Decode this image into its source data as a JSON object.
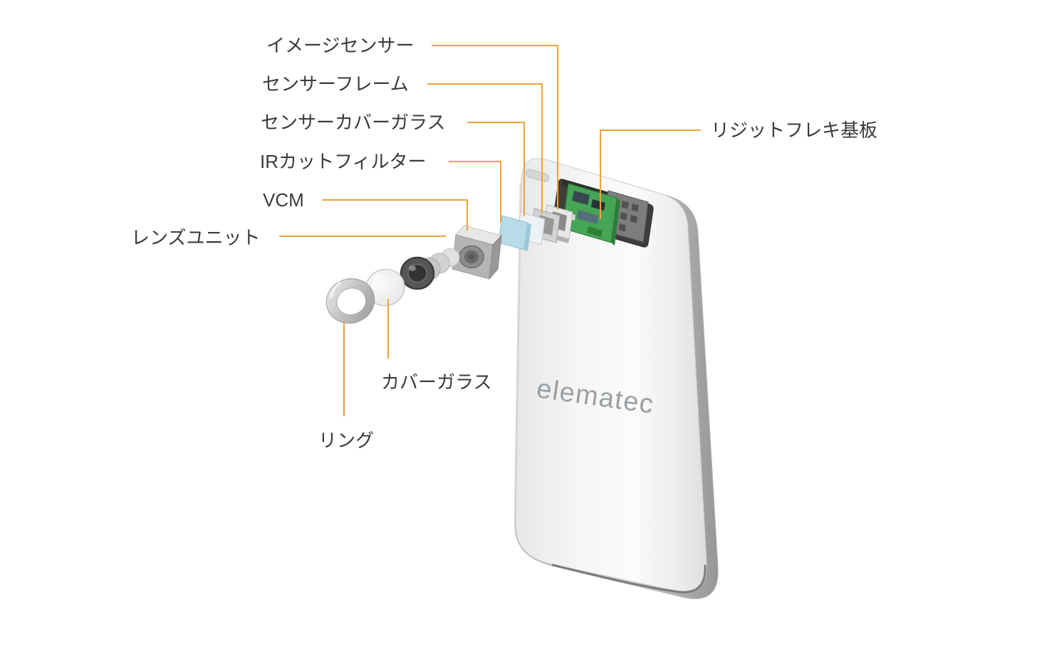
{
  "diagram": {
    "logo_text": "elematec",
    "colors": {
      "leader_line": "#F0A139",
      "label_text": "#3a3a3a",
      "pcb_green": "#45a455",
      "ir_filter_blue": "#b8dbe7",
      "phone_face": "#f5f5f5"
    },
    "labels": {
      "image_sensor": "イメージセンサー",
      "sensor_frame": "センサーフレーム",
      "sensor_cover_glass": "センサーカバーガラス",
      "ir_cut_filter": "IRカットフィルター",
      "vcm": "VCM",
      "lens_unit": "レンズユニット",
      "rigid_flex_board": "リジットフレキ基板",
      "cover_glass": "カバーガラス",
      "ring": "リング"
    }
  }
}
